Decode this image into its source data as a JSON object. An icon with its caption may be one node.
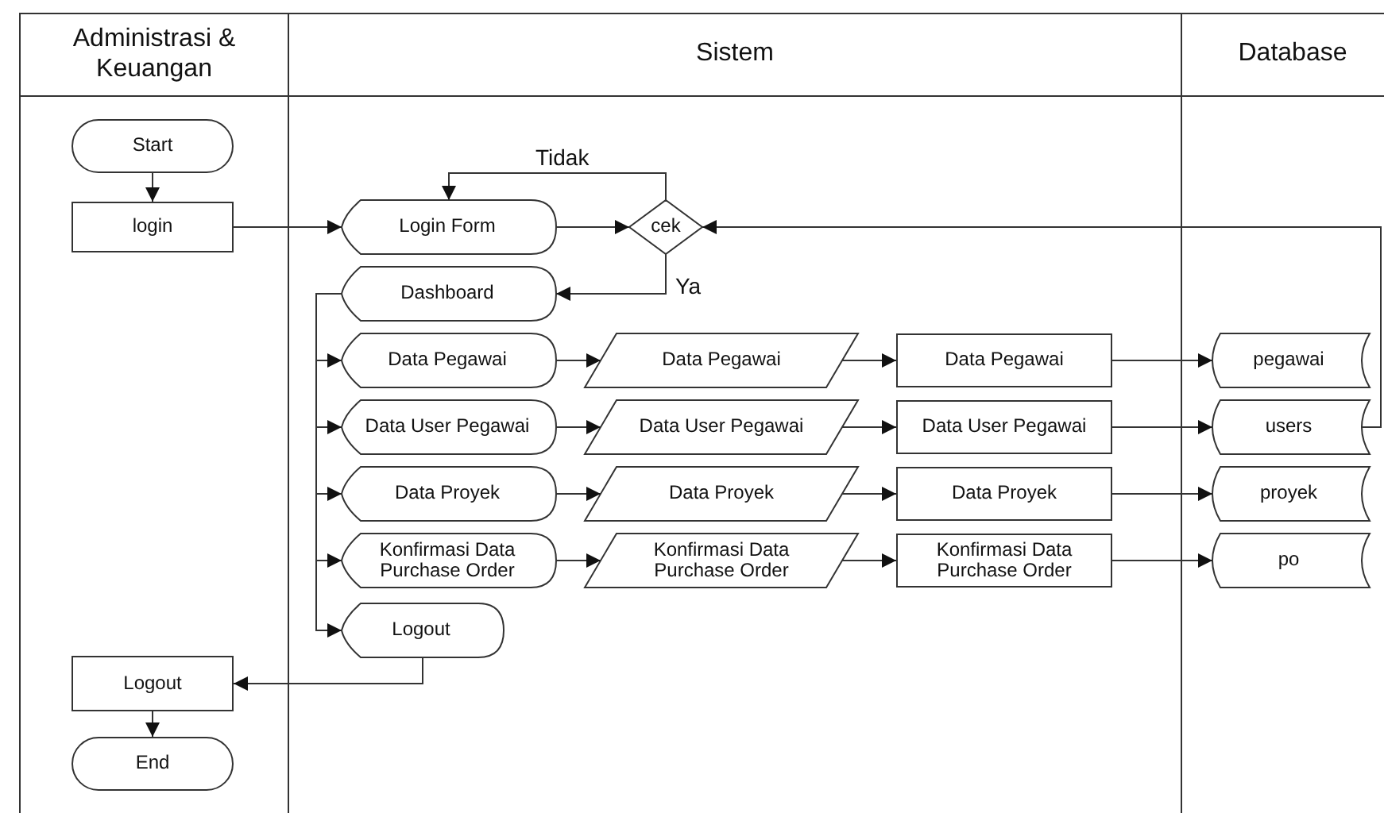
{
  "diagram": {
    "nodes": [
      {
        "text": [
          "Administrasi & Keuangan"
        ]
      },
      {
        "text": [
          "Sistem"
        ]
      },
      {
        "text": [
          "Database"
        ]
      },
      {
        "text": [
          "Start"
        ],
        "in": 0
      },
      {
        "text": [
          "login"
        ],
        "in": 0
      },
      {
        "text": [
          "Login Form"
        ],
        "in": 1
      },
      {
        "text": [
          "cek"
        ],
        "in": 1
      },
      {
        "text": [
          "Dashboard"
        ],
        "in": 1
      },
      {
        "text": [
          "Data Pegawai"
        ],
        "in": 1
      },
      {
        "text": [
          "Data Pegawai"
        ],
        "in": 1
      },
      {
        "text": [
          "Data Pegawai"
        ],
        "in": 1
      },
      {
        "text": [
          "pegawai"
        ],
        "in": 2
      },
      {
        "text": [
          "Data User Pegawai"
        ],
        "in": 1
      },
      {
        "text": [
          "Data User Pegawai"
        ],
        "in": 1
      },
      {
        "text": [
          "Data User Pegawai"
        ],
        "in": 1
      },
      {
        "text": [
          "users"
        ],
        "in": 2
      },
      {
        "text": [
          "Data Proyek"
        ],
        "in": 1
      },
      {
        "text": [
          "Data Proyek"
        ],
        "in": 1
      },
      {
        "text": [
          "Data Proyek"
        ],
        "in": 1
      },
      {
        "text": [
          "proyek"
        ],
        "in": 2
      },
      {
        "text": [
          "Konfirmasi Data Purchase Order"
        ],
        "in": 1
      },
      {
        "text": [
          "Konfirmasi Data Purchase Order"
        ],
        "in": 1
      },
      {
        "text": [
          "Konfirmasi Data Purchase Order"
        ],
        "in": 1
      },
      {
        "text": [
          "po"
        ],
        "in": 2
      },
      {
        "text": [
          "Logout"
        ],
        "in": 1
      },
      {
        "text": [
          "Logout"
        ],
        "in": 0
      },
      {
        "text": [
          "End"
        ],
        "in": 0
      }
    ],
    "edges": [
      {
        "from": 3,
        "to": 4,
        "arrow": "to"
      },
      {
        "from": 4,
        "to": 5,
        "arrow": "to"
      },
      {
        "from": 5,
        "to": 6,
        "arrow": "to"
      },
      {
        "from": 6,
        "to": 5,
        "arrow": "to",
        "label": "Tidak"
      },
      {
        "from": 6,
        "to": 7,
        "arrow": "to",
        "label": "Ya"
      },
      {
        "from": 15,
        "to": 6,
        "arrow": "to"
      },
      {
        "from": 7,
        "to": 8,
        "arrow": "to"
      },
      {
        "from": 7,
        "to": 12,
        "arrow": "to"
      },
      {
        "from": 7,
        "to": 16,
        "arrow": "to"
      },
      {
        "from": 7,
        "to": 20,
        "arrow": "to"
      },
      {
        "from": 7,
        "to": 24,
        "arrow": "to"
      },
      {
        "from": 8,
        "to": 9,
        "arrow": "to"
      },
      {
        "from": 9,
        "to": 10,
        "arrow": "to"
      },
      {
        "from": 10,
        "to": 11,
        "arrow": "to"
      },
      {
        "from": 12,
        "to": 13,
        "arrow": "to"
      },
      {
        "from": 13,
        "to": 14,
        "arrow": "to"
      },
      {
        "from": 14,
        "to": 15,
        "arrow": "to"
      },
      {
        "from": 16,
        "to": 17,
        "arrow": "to"
      },
      {
        "from": 17,
        "to": 18,
        "arrow": "to"
      },
      {
        "from": 18,
        "to": 19,
        "arrow": "to"
      },
      {
        "from": 20,
        "to": 21,
        "arrow": "to"
      },
      {
        "from": 21,
        "to": 22,
        "arrow": "to"
      },
      {
        "from": 22,
        "to": 23,
        "arrow": "to"
      },
      {
        "from": 24,
        "to": 25,
        "arrow": "to"
      },
      {
        "from": 25,
        "to": 26,
        "arrow": "to"
      }
    ]
  }
}
